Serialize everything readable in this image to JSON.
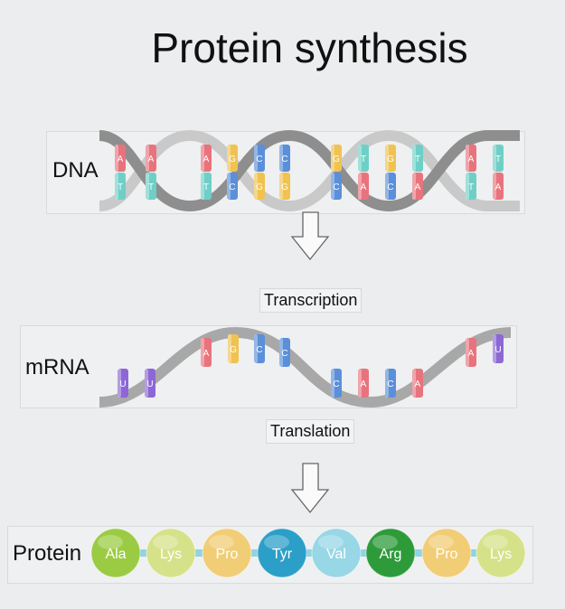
{
  "title": "Protein synthesis",
  "labels": {
    "dna": "DNA",
    "mrna": "mRNA",
    "protein": "Protein",
    "transcription": "Transcription",
    "translation": "Translation"
  },
  "colors": {
    "A": "#e8737d",
    "T": "#6fcfc6",
    "G": "#f0c24f",
    "C": "#5b8fd9",
    "U": "#8d67d6",
    "backbone": "#9a9a9a"
  },
  "dna_top": [
    "A",
    "A",
    "A",
    "G",
    "C",
    "C",
    "G",
    "T",
    "G",
    "T",
    "A",
    "T"
  ],
  "dna_bottom": [
    "T",
    "T",
    "T",
    "C",
    "G",
    "G",
    "C",
    "A",
    "C",
    "A",
    "T",
    "A"
  ],
  "mrna_bases": [
    "U",
    "U",
    "A",
    "G",
    "C",
    "C",
    "C",
    "A",
    "C",
    "A",
    "A",
    "U"
  ],
  "protein": [
    {
      "name": "Ala",
      "color": "#9bcb43"
    },
    {
      "name": "Lys",
      "color": "#d6e28a"
    },
    {
      "name": "Pro",
      "color": "#f1cd76"
    },
    {
      "name": "Tyr",
      "color": "#2c9fc8"
    },
    {
      "name": "Val",
      "color": "#97d7e6"
    },
    {
      "name": "Arg",
      "color": "#2e9b3b"
    },
    {
      "name": "Pro",
      "color": "#f1cd76"
    },
    {
      "name": "Lys",
      "color": "#d6e28a"
    }
  ]
}
